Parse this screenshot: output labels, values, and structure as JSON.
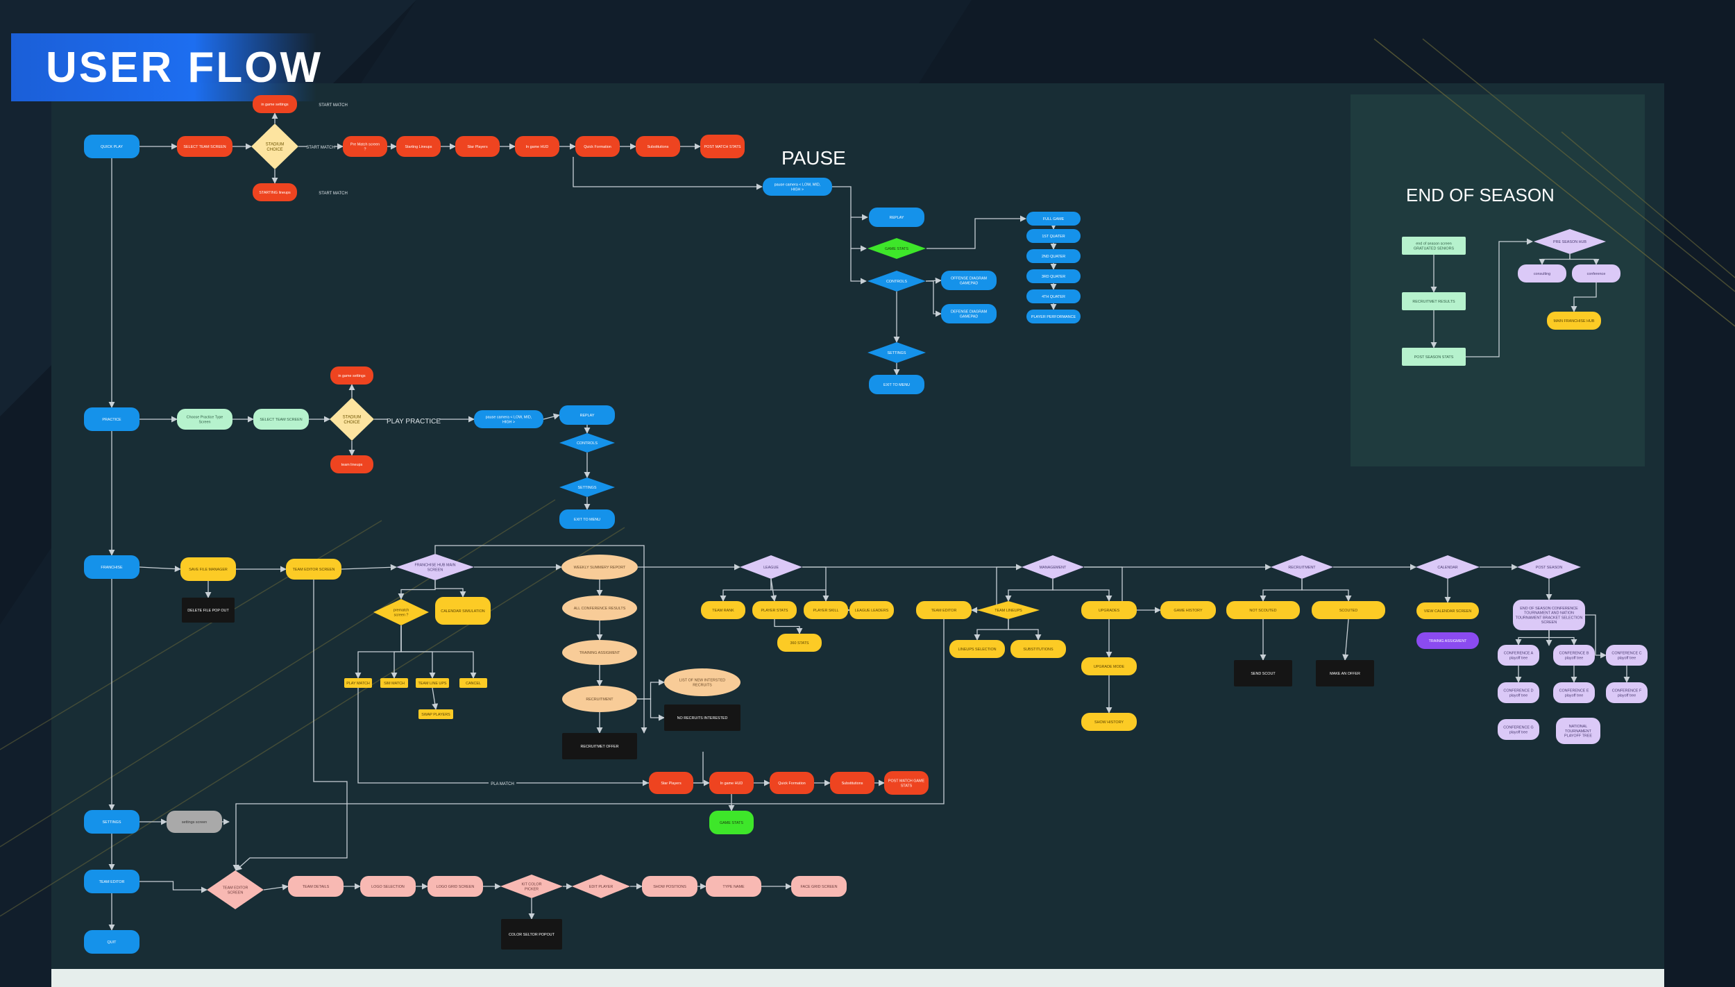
{
  "title": "USER FLOW",
  "sections": {
    "pause": "PAUSE",
    "end_of_season": "END OF SEASON"
  },
  "colors": {
    "background": "#0f1a26",
    "panel": "#182d35",
    "eos_panel": "#1f3b3e",
    "blue": "#1592ea",
    "orange": "#ee4420",
    "yellow": "#fccb25",
    "peach": "#f8cc98",
    "lavender": "#dbc9f7",
    "pink": "#f8b9b3",
    "mint": "#b6f2cd",
    "diamond_yellow": "#fde4a0",
    "green": "#3ee62a",
    "purple": "#8b4bf0",
    "gray": "#a9a9a9",
    "black_box": "#151515",
    "edge": "#c8d0d6"
  },
  "nodes": [
    {
      "id": "quick-play",
      "label": "QUICK PLAY",
      "color": "blue",
      "shape": "pill"
    },
    {
      "id": "qp-select-team",
      "label": "SELECT TEAM SCREEN",
      "color": "orange",
      "shape": "pill"
    },
    {
      "id": "qp-stadium",
      "label": "STADIUM CHOICE",
      "color": "diamond_yellow",
      "shape": "diamond"
    },
    {
      "id": "qp-ingame-settings",
      "label": "in game settings",
      "color": "orange",
      "shape": "pill"
    },
    {
      "id": "qp-starting-lineups",
      "label": "STARTING lineups",
      "color": "orange",
      "shape": "pill"
    },
    {
      "id": "qp-prematch",
      "label": "Pre Match screen ?",
      "color": "orange",
      "shape": "pill"
    },
    {
      "id": "qp-starting-lineups-2",
      "label": "Starting Lineups",
      "color": "orange",
      "shape": "pill"
    },
    {
      "id": "qp-star-players",
      "label": "Star Players",
      "color": "orange",
      "shape": "pill"
    },
    {
      "id": "qp-ingame-hud",
      "label": "In game HUD",
      "color": "orange",
      "shape": "pill"
    },
    {
      "id": "qp-quick-formation",
      "label": "Quick Formation",
      "color": "orange",
      "shape": "pill"
    },
    {
      "id": "qp-substitutions",
      "label": "Substitutions",
      "color": "orange",
      "shape": "pill"
    },
    {
      "id": "qp-post-match",
      "label": "POST MATCH STATS",
      "color": "orange",
      "shape": "pill"
    },
    {
      "id": "pause-node",
      "label": "pause camera < LOW, MID, HIGH >",
      "color": "blue",
      "shape": "pill"
    },
    {
      "id": "pause-replay",
      "label": "REPLAY",
      "color": "blue",
      "shape": "pill"
    },
    {
      "id": "pause-game-stats",
      "label": "GAME STATS",
      "color": "green",
      "shape": "diamond"
    },
    {
      "id": "pause-controls",
      "label": "CONTROLS",
      "color": "blue",
      "shape": "diamond"
    },
    {
      "id": "pause-offense",
      "label": "OFFENSE DIAGRAM GAMEPAD",
      "color": "blue",
      "shape": "pill"
    },
    {
      "id": "pause-defense",
      "label": "DEFENSE DIAGRAM GAMEPAD",
      "color": "blue",
      "shape": "pill"
    },
    {
      "id": "pause-settings",
      "label": "SETTINGS",
      "color": "blue",
      "shape": "diamond"
    },
    {
      "id": "pause-exit",
      "label": "EXIT TO MENU",
      "color": "blue",
      "shape": "pill"
    },
    {
      "id": "gs-full-game",
      "label": "FULL GAME",
      "color": "blue",
      "shape": "pill"
    },
    {
      "id": "gs-1st",
      "label": "1ST QUATER",
      "color": "blue",
      "shape": "pill"
    },
    {
      "id": "gs-2nd",
      "label": "2ND QUATER",
      "color": "blue",
      "shape": "pill"
    },
    {
      "id": "gs-3rd",
      "label": "3RD QUATER",
      "color": "blue",
      "shape": "pill"
    },
    {
      "id": "gs-4th",
      "label": "4TH QUATER",
      "color": "blue",
      "shape": "pill"
    },
    {
      "id": "gs-player-perf",
      "label": "PLAYER PERFORMANCE",
      "color": "blue",
      "shape": "pill"
    },
    {
      "id": "eos-end-screen",
      "label": "end of season screen GRATUATED SENIORS",
      "color": "mint",
      "shape": "rect"
    },
    {
      "id": "eos-recruit-results",
      "label": "RECRUITMET RESULTS",
      "color": "mint",
      "shape": "rect"
    },
    {
      "id": "eos-post-stats",
      "label": "POST SEASON STATS",
      "color": "mint",
      "shape": "rect"
    },
    {
      "id": "eos-pre-season",
      "label": "PRE SEASON HUB",
      "color": "lavender",
      "shape": "diamond"
    },
    {
      "id": "eos-consulting",
      "label": "consulting",
      "color": "lavender",
      "shape": "pill"
    },
    {
      "id": "eos-conference",
      "label": "conference",
      "color": "lavender",
      "shape": "pill"
    },
    {
      "id": "eos-main-hub",
      "label": "MAIN FRANCHISE HUB",
      "color": "yellow",
      "shape": "pill"
    },
    {
      "id": "practice",
      "label": "PRACTICE",
      "color": "blue",
      "shape": "pill"
    },
    {
      "id": "pr-choose-type",
      "label": "Choose Practice Type Screen",
      "color": "mint",
      "shape": "pill"
    },
    {
      "id": "pr-select-team",
      "label": "SELECT TEAM SCREEN",
      "color": "mint",
      "shape": "pill"
    },
    {
      "id": "pr-stadium",
      "label": "STADIUM CHOICE",
      "color": "diamond_yellow",
      "shape": "diamond"
    },
    {
      "id": "pr-ingame-settings",
      "label": "in game settings",
      "color": "orange",
      "shape": "pill"
    },
    {
      "id": "pr-team-lineups",
      "label": "team lineups",
      "color": "orange",
      "shape": "pill"
    },
    {
      "id": "pr-pause",
      "label": "pause camera < LOW, MID, HIGH >",
      "color": "blue",
      "shape": "pill"
    },
    {
      "id": "pr-replay",
      "label": "REPLAY",
      "color": "blue",
      "shape": "pill"
    },
    {
      "id": "pr-controls",
      "label": "CONTROLS",
      "color": "blue",
      "shape": "diamond"
    },
    {
      "id": "pr-settings",
      "label": "SETTINGS",
      "color": "blue",
      "shape": "diamond"
    },
    {
      "id": "pr-exit",
      "label": "EXIT TO MENU",
      "color": "blue",
      "shape": "pill"
    },
    {
      "id": "franchise",
      "label": "FRANCHISE",
      "color": "blue",
      "shape": "pill"
    },
    {
      "id": "fr-save-file",
      "label": "SAVE FILE MANAGER",
      "color": "yellow",
      "shape": "pill"
    },
    {
      "id": "fr-delete-popup",
      "label": "DELETE FILE POP OUT",
      "color": "black_box",
      "shape": "rect"
    },
    {
      "id": "fr-team-editor",
      "label": "TEAM EDITOR SCREEN",
      "color": "yellow",
      "shape": "pill"
    },
    {
      "id": "fr-hub",
      "label": "FRANCHISE HUB MAIN SCREEN",
      "color": "lavender",
      "shape": "diamond"
    },
    {
      "id": "fr-prematch",
      "label": "prematch screen ?",
      "color": "yellow",
      "shape": "diamond"
    },
    {
      "id": "fr-calendar-sim",
      "label": "CALENDAR SIMULATION",
      "color": "yellow",
      "shape": "pill"
    },
    {
      "id": "fr-play-match",
      "label": "PLAY MATCH",
      "color": "yellow",
      "shape": "rect"
    },
    {
      "id": "fr-sim-match",
      "label": "SIM MATCH",
      "color": "yellow",
      "shape": "rect"
    },
    {
      "id": "fr-team-lineups",
      "label": "TEAM LINE UPS",
      "color": "yellow",
      "shape": "rect"
    },
    {
      "id": "fr-cancel",
      "label": "CANCEL",
      "color": "yellow",
      "shape": "rect"
    },
    {
      "id": "fr-swap-players",
      "label": "SWAP PLAYERS",
      "color": "yellow",
      "shape": "rect"
    },
    {
      "id": "fr-weekly-summary",
      "label": "WEEKLY SUMMERY REPORT",
      "color": "peach",
      "shape": "ellipse"
    },
    {
      "id": "fr-all-conf",
      "label": "ALL CONFERENCE RESULTS",
      "color": "peach",
      "shape": "ellipse"
    },
    {
      "id": "fr-training",
      "label": "TRAINING ASSIGMENT",
      "color": "peach",
      "shape": "ellipse"
    },
    {
      "id": "fr-recruitment",
      "label": "RECRUITMENT",
      "color": "peach",
      "shape": "ellipse"
    },
    {
      "id": "fr-list-recruits",
      "label": "LIST OF NEW INTERSTED RECRUITS",
      "color": "peach",
      "shape": "ellipse"
    },
    {
      "id": "fr-no-recruits",
      "label": "NO RECRUITS INTERESTED",
      "color": "black_box",
      "shape": "rect"
    },
    {
      "id": "fr-recruit-offer",
      "label": "RECRUITMET OFFER",
      "color": "black_box",
      "shape": "rect"
    },
    {
      "id": "fr-league",
      "label": "LEAGUE",
      "color": "lavender",
      "shape": "diamond"
    },
    {
      "id": "fr-team-rank",
      "label": "TEAM RANK",
      "color": "yellow",
      "shape": "pill"
    },
    {
      "id": "fr-player-stats",
      "label": "PLAYER STATS",
      "color": "yellow",
      "shape": "pill"
    },
    {
      "id": "fr-player-skill",
      "label": "PLAYER SKILL",
      "color": "yellow",
      "shape": "pill"
    },
    {
      "id": "fr-league-leaders",
      "label": "LEAGUE LEADERS",
      "color": "yellow",
      "shape": "pill"
    },
    {
      "id": "fr-360-stats",
      "label": "360 STATS",
      "color": "yellow",
      "shape": "pill"
    },
    {
      "id": "fr-management",
      "label": "MANAGEMENT",
      "color": "lavender",
      "shape": "diamond"
    },
    {
      "id": "fr-mg-team-editor",
      "label": "TEAM EDITOR",
      "color": "yellow",
      "shape": "pill"
    },
    {
      "id": "fr-team-lineups-d",
      "label": "TEAM LINEUPS",
      "color": "yellow",
      "shape": "diamond"
    },
    {
      "id": "fr-lineups-selection",
      "label": "LINEUPS SELECTION",
      "color": "yellow",
      "shape": "pill"
    },
    {
      "id": "fr-substitutions",
      "label": "SUBSTITUTIONS",
      "color": "yellow",
      "shape": "pill"
    },
    {
      "id": "fr-upgrades",
      "label": "UPGRADES",
      "color": "yellow",
      "shape": "pill"
    },
    {
      "id": "fr-upgrade-mode",
      "label": "UPGRADE MODE",
      "color": "yellow",
      "shape": "pill"
    },
    {
      "id": "fr-show-history",
      "label": "SHOW HISTORY",
      "color": "yellow",
      "shape": "pill"
    },
    {
      "id": "fr-game-history",
      "label": "GAME HISTORY",
      "color": "yellow",
      "shape": "pill"
    },
    {
      "id": "fr-recruitment-d",
      "label": "RECRUITMENT",
      "color": "lavender",
      "shape": "diamond"
    },
    {
      "id": "fr-not-scouted",
      "label": "NOT SCOUTED",
      "color": "yellow",
      "shape": "pill"
    },
    {
      "id": "fr-scouted",
      "label": "SCOUTED",
      "color": "yellow",
      "shape": "pill"
    },
    {
      "id": "fr-send-scout",
      "label": "SEND SCOUT",
      "color": "black_box",
      "shape": "rect"
    },
    {
      "id": "fr-make-offer",
      "label": "MAKE AN OFFER",
      "color": "black_box",
      "shape": "rect"
    },
    {
      "id": "fr-calendar",
      "label": "CALENDAR",
      "color": "lavender",
      "shape": "diamond"
    },
    {
      "id": "fr-view-calendar",
      "label": "VIEW CALENDAR SCREEN",
      "color": "yellow",
      "shape": "pill"
    },
    {
      "id": "fr-training-assig",
      "label": "TRAINIG ASSIGMENT",
      "color": "purple",
      "shape": "pill"
    },
    {
      "id": "fr-post-season",
      "label": "POST SEASON",
      "color": "lavender",
      "shape": "diamond"
    },
    {
      "id": "fr-eos-conf",
      "label": "END OF SEASON CONFERENCE TOURNAMENT AND NATION TOURNAMENT BRACKET SELECTION SCREEN",
      "color": "lavender",
      "shape": "pill"
    },
    {
      "id": "fr-conf-a",
      "label": "CONFERENCE A playoff tree",
      "color": "lavender",
      "shape": "pill"
    },
    {
      "id": "fr-conf-b",
      "label": "CONFERENCE B playoff tree",
      "color": "lavender",
      "shape": "pill"
    },
    {
      "id": "fr-conf-c",
      "label": "CONFERENCE C playoff tree",
      "color": "lavender",
      "shape": "pill"
    },
    {
      "id": "fr-conf-d",
      "label": "CONFERENCE D playoff tree",
      "color": "lavender",
      "shape": "pill"
    },
    {
      "id": "fr-conf-e",
      "label": "CONFERENCE E playoff tree",
      "color": "lavender",
      "shape": "pill"
    },
    {
      "id": "fr-conf-f",
      "label": "CONFERENCE F playoff tree",
      "color": "lavender",
      "shape": "pill"
    },
    {
      "id": "fr-conf-g",
      "label": "CONFERENCE G playoff tree",
      "color": "lavender",
      "shape": "pill"
    },
    {
      "id": "fr-national",
      "label": "NATIONAL TOURNAMENT PLAYOFF TREE",
      "color": "lavender",
      "shape": "pill"
    },
    {
      "id": "fr-star-players",
      "label": "Star Players",
      "color": "orange",
      "shape": "pill"
    },
    {
      "id": "fr-ingame-hud",
      "label": "In game HUD",
      "color": "orange",
      "shape": "pill"
    },
    {
      "id": "fr-quick-formation",
      "label": "Quick Formation",
      "color": "orange",
      "shape": "pill"
    },
    {
      "id": "fr-substitutions-2",
      "label": "Substitutions",
      "color": "orange",
      "shape": "pill"
    },
    {
      "id": "fr-post-match",
      "label": "POST MATCH GAME STATS",
      "color": "orange",
      "shape": "pill"
    },
    {
      "id": "fr-game-stats",
      "label": "GAME STATS",
      "color": "green",
      "shape": "pill"
    },
    {
      "id": "settings",
      "label": "SETTINGS",
      "color": "blue",
      "shape": "pill"
    },
    {
      "id": "settings-screen",
      "label": "settings screen",
      "color": "gray",
      "shape": "pill"
    },
    {
      "id": "team-editor",
      "label": "TEAM EDITOR",
      "color": "blue",
      "shape": "pill"
    },
    {
      "id": "te-screen",
      "label": "TEAM EDITOR SCREEN",
      "color": "pink",
      "shape": "diamond"
    },
    {
      "id": "te-team-details",
      "label": "TEAM DETAILS",
      "color": "pink",
      "shape": "pill"
    },
    {
      "id": "te-logo-selection",
      "label": "LOGO SELECTION",
      "color": "pink",
      "shape": "pill"
    },
    {
      "id": "te-logo-grid",
      "label": "LOGO GRID SCREEN",
      "color": "pink",
      "shape": "pill"
    },
    {
      "id": "te-kit-color",
      "label": "KIT COLOR PICKER",
      "color": "pink",
      "shape": "diamond"
    },
    {
      "id": "te-color-popout",
      "label": "COLOR SELTOR POPOUT",
      "color": "black_box",
      "shape": "rect"
    },
    {
      "id": "te-edit-player",
      "label": "EDIT PLAYER",
      "color": "pink",
      "shape": "diamond"
    },
    {
      "id": "te-show-positions",
      "label": "SHOW POSITIONS",
      "color": "pink",
      "shape": "pill"
    },
    {
      "id": "te-type-name",
      "label": "TYPE NAME",
      "color": "pink",
      "shape": "pill"
    },
    {
      "id": "te-face-grid",
      "label": "FACE GRID SCREEN",
      "color": "pink",
      "shape": "pill"
    },
    {
      "id": "quit",
      "label": "QUIT",
      "color": "blue",
      "shape": "pill"
    }
  ],
  "edge_labels": [
    {
      "id": "el-start-match-1",
      "text": "START MATCH"
    },
    {
      "id": "el-start-match-2",
      "text": "START MATCH"
    },
    {
      "id": "el-start-match-3",
      "text": "START MATCH"
    },
    {
      "id": "el-play-practice",
      "text": "PLAY PRACTICE"
    },
    {
      "id": "el-play-match",
      "text": "PLA MATCH"
    }
  ]
}
